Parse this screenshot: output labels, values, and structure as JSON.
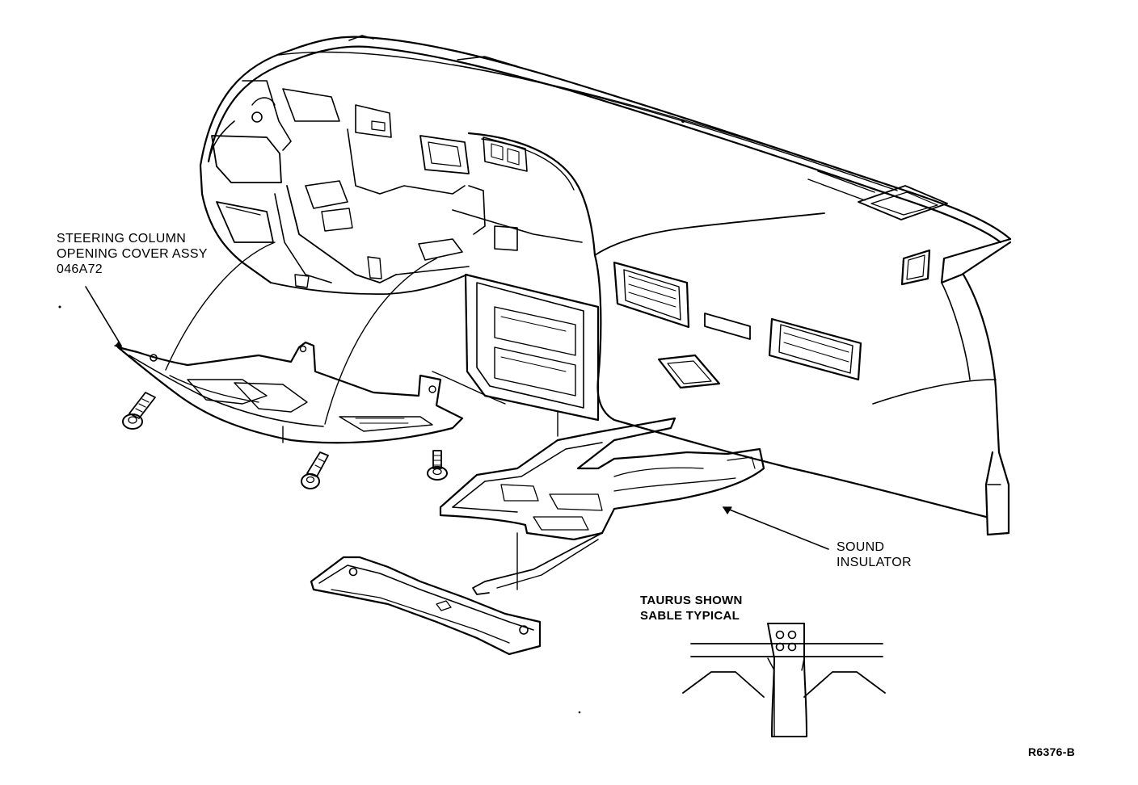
{
  "diagram": {
    "callouts": {
      "steering_cover": {
        "lines": [
          "STEERING COLUMN",
          "OPENING COVER ASSY",
          "046A72"
        ]
      },
      "sound_insulator": {
        "lines": [
          "SOUND",
          "INSULATOR"
        ]
      },
      "detail_note": {
        "lines": [
          "TAURUS SHOWN",
          "SABLE TYPICAL"
        ]
      }
    },
    "figure_code": "R6376-B",
    "colors": {
      "ink": "#000000",
      "paper": "#ffffff"
    }
  }
}
